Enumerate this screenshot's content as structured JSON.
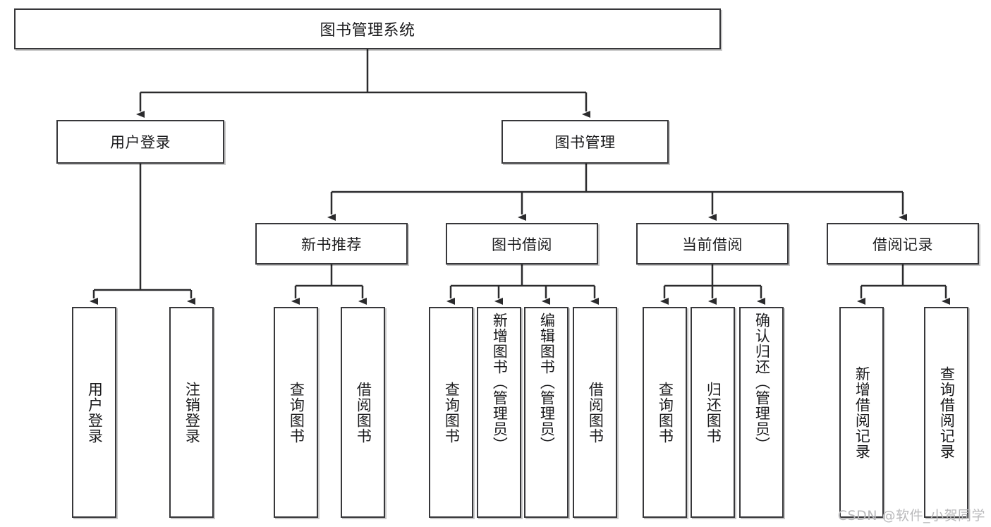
{
  "diagram": {
    "type": "tree-hierarchy",
    "title": "图书管理系统",
    "watermark": "CSDN @软件_小贺同学",
    "colors": {
      "box_border": "#37373a",
      "box_fill": "#ffffff",
      "edge": "#2b2b2d",
      "text": "#1b1b1d",
      "watermark": "#b9b9bb"
    },
    "nodes": {
      "root": {
        "label": "图书管理系统"
      },
      "level2": [
        {
          "label": "用户登录"
        },
        {
          "label": "图书管理"
        }
      ],
      "level3": [
        {
          "label": "新书推荐"
        },
        {
          "label": "图书借阅"
        },
        {
          "label": "当前借阅"
        },
        {
          "label": "借阅记录"
        }
      ],
      "leaves": [
        {
          "label": "用户登录",
          "parent": "用户登录"
        },
        {
          "label": "注销登录",
          "parent": "用户登录"
        },
        {
          "label": "查询图书",
          "parent": "新书推荐"
        },
        {
          "label": "借阅图书",
          "parent": "新书推荐"
        },
        {
          "label": "查询图书",
          "parent": "图书借阅"
        },
        {
          "label": "新增图书（管理员）",
          "parent": "图书借阅"
        },
        {
          "label": "编辑图书（管理员）",
          "parent": "图书借阅"
        },
        {
          "label": "借阅图书",
          "parent": "图书借阅"
        },
        {
          "label": "查询图书",
          "parent": "当前借阅"
        },
        {
          "label": "归还图书",
          "parent": "当前借阅"
        },
        {
          "label": "确认归还（管理员）",
          "parent": "当前借阅"
        },
        {
          "label": "新增借阅记录",
          "parent": "借阅记录"
        },
        {
          "label": "查询借阅记录",
          "parent": "借阅记录"
        }
      ]
    }
  }
}
